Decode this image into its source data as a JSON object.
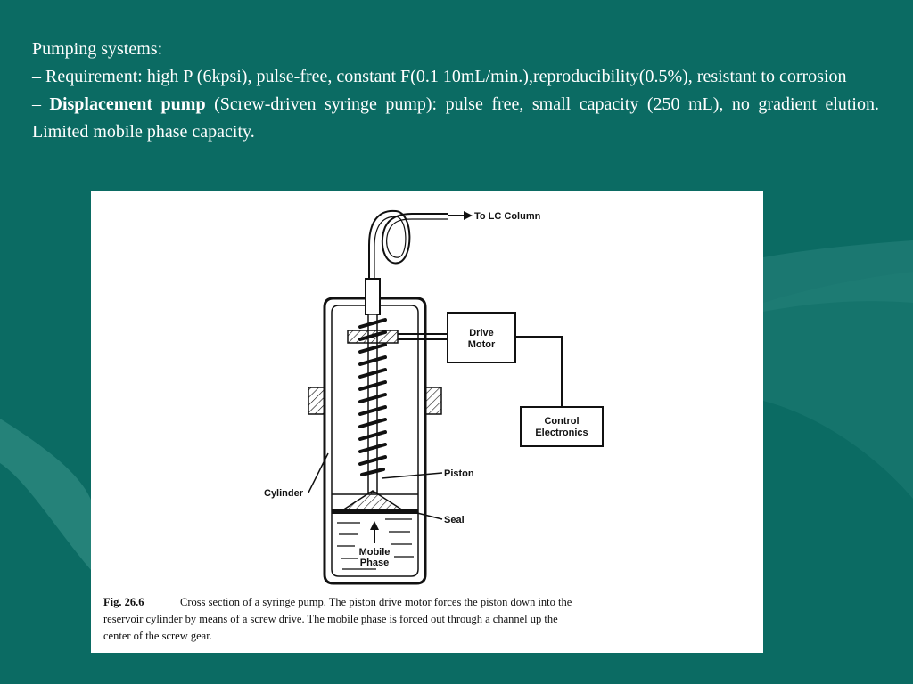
{
  "slide": {
    "heading": "Pumping systems:",
    "bullet1": "– Requirement: high P (6kpsi), pulse-free, constant F(0.1 10mL/min.),reproducibility(0.5%), resistant to corrosion",
    "bullet2_prefix": "– ",
    "bullet2_bold": "Displacement pump",
    "bullet2_rest": " (Screw-driven syringe pump): pulse free, small capacity (250 mL), no gradient elution. Limited mobile phase capacity."
  },
  "figure": {
    "labels": {
      "to_column": "To LC Column",
      "drive_motor_1": "Drive",
      "drive_motor_2": "Motor",
      "control_1": "Control",
      "control_2": "Electronics",
      "piston": "Piston",
      "cylinder": "Cylinder",
      "seal": "Seal",
      "mobile": "Mobile",
      "phase": "Phase"
    },
    "caption": {
      "fig_no": "Fig. 26.6",
      "line1": "Cross section of a syringe pump. The piston drive motor forces the piston down into the",
      "line2": "reservoir cylinder by means of a screw drive. The mobile phase is forced out through a channel up the",
      "line3": "center of the screw gear."
    }
  },
  "colors": {
    "background": "#0b6b63",
    "text": "#ffffff",
    "figure_bg": "#ffffff"
  }
}
